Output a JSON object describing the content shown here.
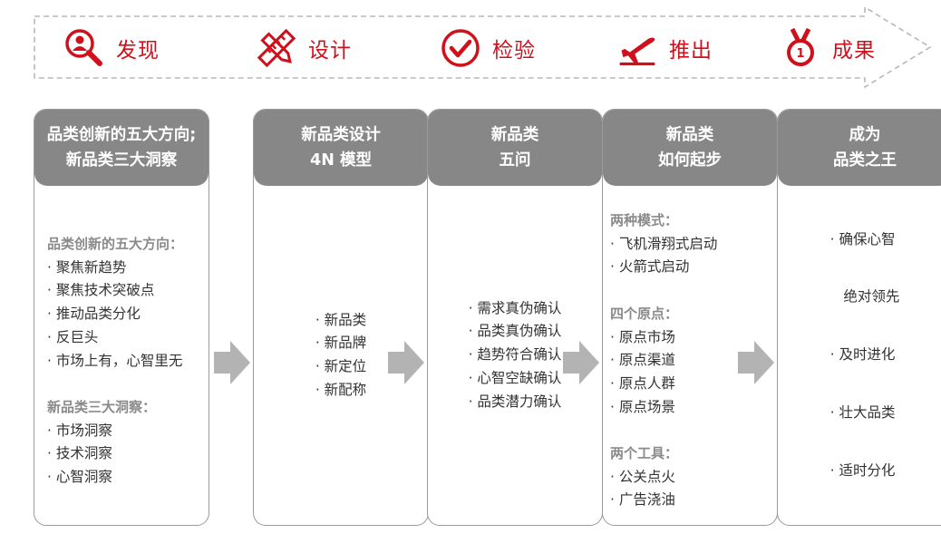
{
  "colors": {
    "accent": "#d0101b",
    "header_gray": "#878787",
    "arrow_gray": "#b3b3b3",
    "border": "#9a9a9a"
  },
  "stages": [
    {
      "label": "发现",
      "icon": "magnifier-person-icon"
    },
    {
      "label": "设计",
      "icon": "ruler-pencil-icon"
    },
    {
      "label": "检验",
      "icon": "checkmark-circle-icon"
    },
    {
      "label": "推出",
      "icon": "airplane-takeoff-icon"
    },
    {
      "label": "成果",
      "icon": "medal-icon"
    }
  ],
  "cards": [
    {
      "title": [
        "品类创新的五大方向;",
        "新品类三大洞察"
      ],
      "groups": [
        {
          "title": "品类创新的五大方向：",
          "items": [
            "· 聚焦新趋势",
            "· 聚焦技术突破点",
            "· 推动品类分化",
            "· 反巨头",
            "· 市场上有，心智里无"
          ]
        },
        {
          "title": "新品类三大洞察：",
          "items": [
            "· 市场洞察",
            "· 技术洞察",
            "· 心智洞察"
          ]
        }
      ]
    },
    {
      "title": [
        "新品类设计",
        "4N 模型"
      ],
      "groups": [
        {
          "title": "",
          "items": [
            "· 新品类",
            "· 新品牌",
            "· 新定位",
            "· 新配称"
          ]
        }
      ]
    },
    {
      "title": [
        "新品类",
        "五问"
      ],
      "groups": [
        {
          "title": "",
          "items": [
            "· 需求真伪确认",
            "· 品类真伪确认",
            "· 趋势符合确认",
            "· 心智空缺确认",
            "· 品类潜力确认"
          ]
        }
      ]
    },
    {
      "title": [
        "新品类",
        "如何起步"
      ],
      "groups": [
        {
          "title": "两种模式：",
          "items": [
            "· 飞机滑翔式启动",
            "· 火箭式启动"
          ]
        },
        {
          "title": "四个原点：",
          "items": [
            "· 原点市场",
            "· 原点渠道",
            "· 原点人群",
            "· 原点场景"
          ]
        },
        {
          "title": "两个工具：",
          "items": [
            "· 公关点火",
            "· 广告浇油"
          ]
        }
      ]
    },
    {
      "title": [
        "成为",
        "品类之王"
      ],
      "groups": [
        {
          "title": "",
          "items": [
            "· 确保心智",
            "   绝对领先",
            "· 及时进化",
            "· 壮大品类",
            "· 适时分化"
          ]
        }
      ]
    }
  ]
}
